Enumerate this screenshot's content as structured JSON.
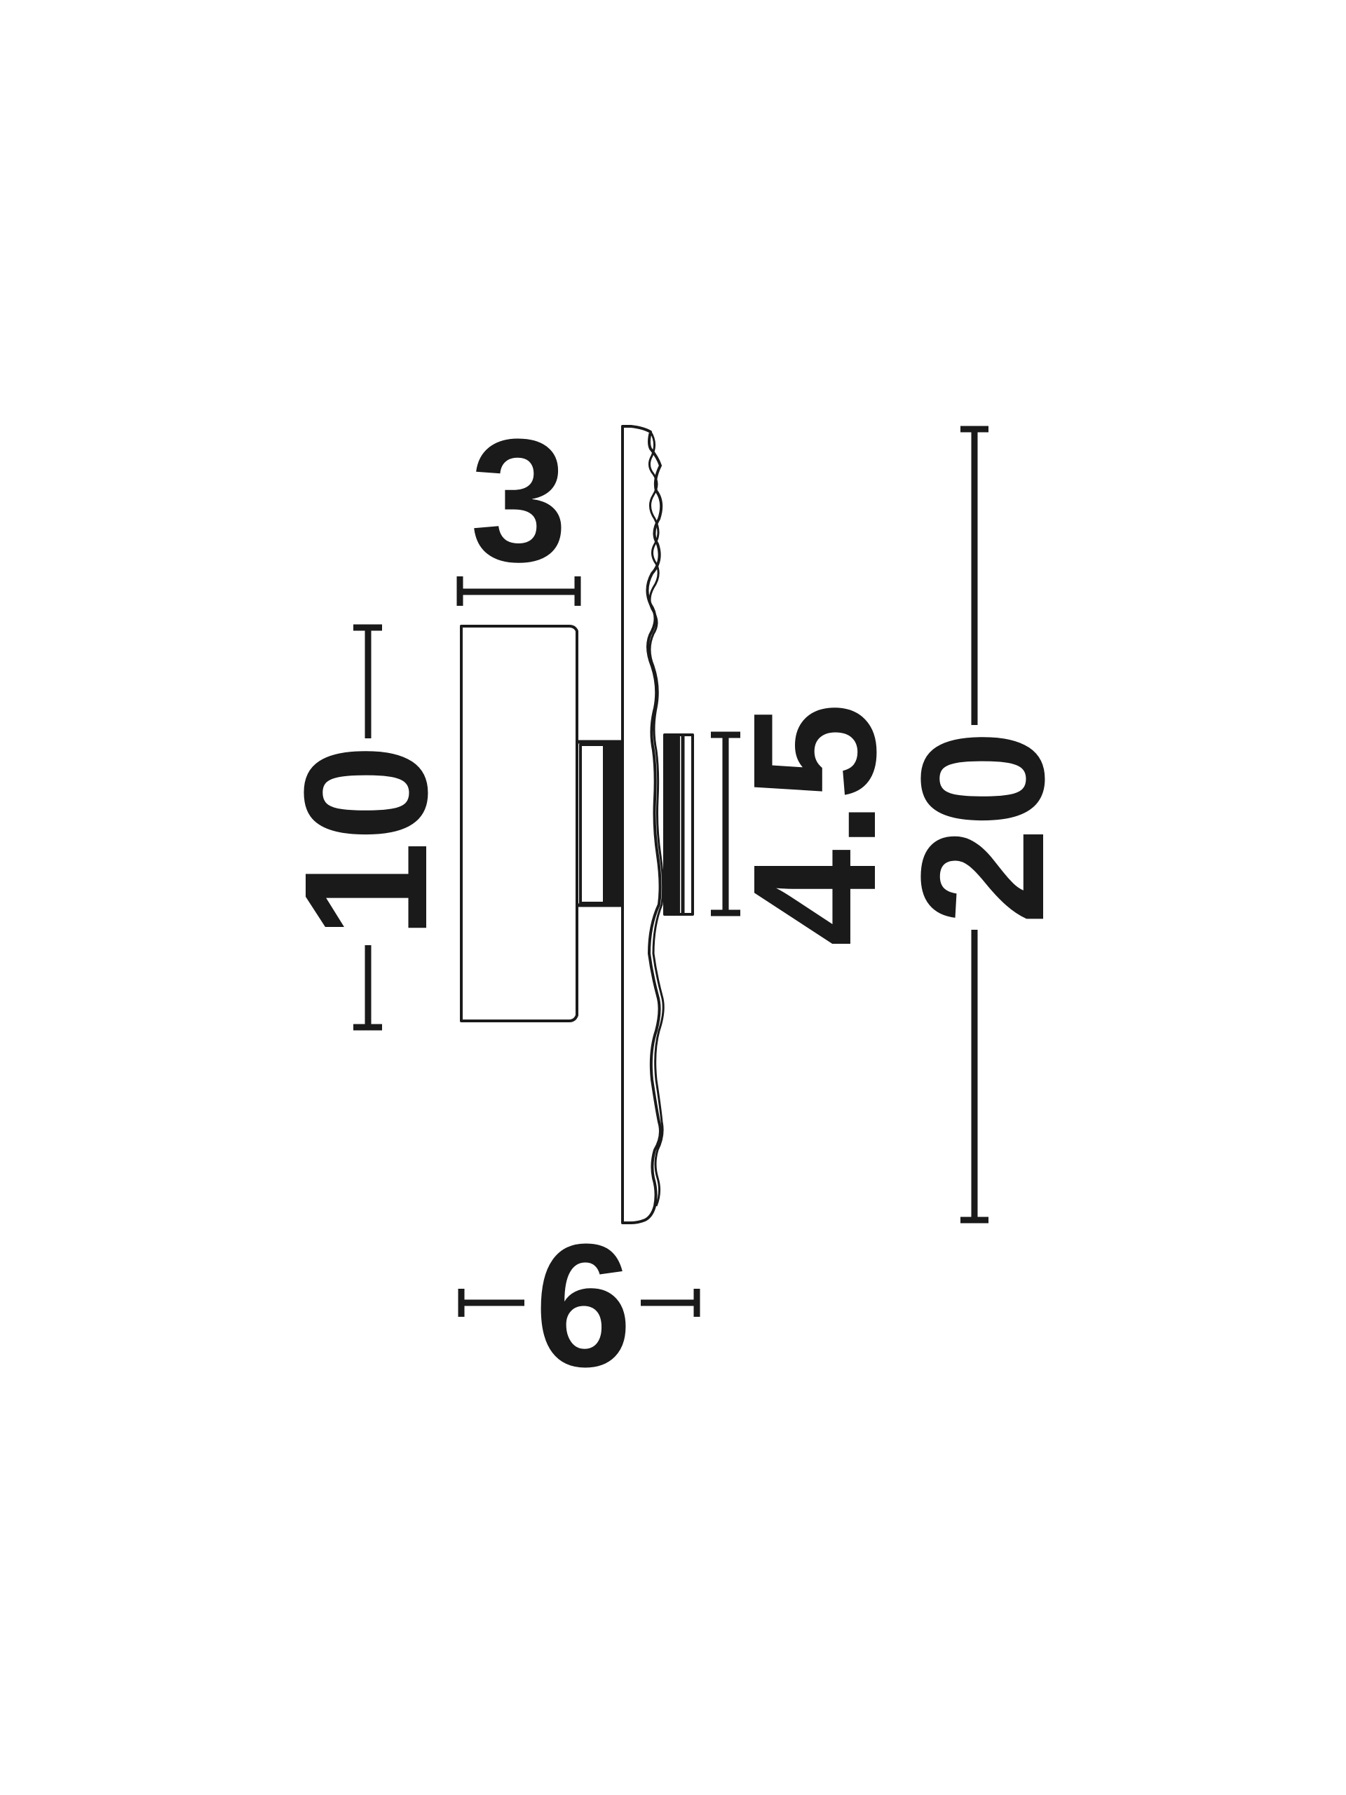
{
  "dimensions": {
    "height_total": "20",
    "height_body": "10",
    "depth_body": "3",
    "depth_total": "6",
    "height_mount": "4.5"
  },
  "colors": {
    "ink": "#1a1a1a",
    "background": "#ffffff"
  }
}
